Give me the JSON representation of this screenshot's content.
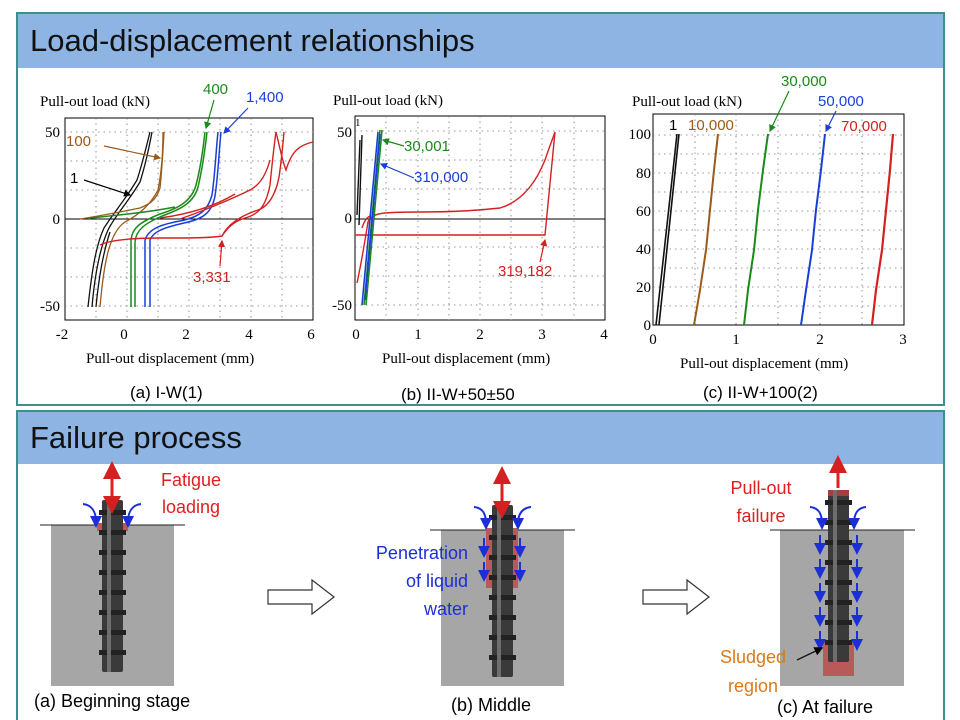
{
  "sections": {
    "top_title": "Load-displacement  relationships",
    "bottom_title": "Failure process"
  },
  "charts": [
    {
      "id": "a",
      "caption": "(a) I-W(1)",
      "ylabel": "Pull-out load (kN)",
      "xlabel": "Pull-out displacement (mm)",
      "xticks": [
        "-2",
        "0",
        "2",
        "4",
        "6"
      ],
      "yticks": [
        "50",
        "0",
        "-50"
      ],
      "annotations": [
        {
          "text": "400",
          "color": "#1a8a1a"
        },
        {
          "text": "1,400",
          "color": "#1a3fd6"
        },
        {
          "text": "100",
          "color": "#9a5a1a"
        },
        {
          "text": "1",
          "color": "#000000"
        },
        {
          "text": "3,331",
          "color": "#d42020"
        }
      ]
    },
    {
      "id": "b",
      "caption": "(b) II-W+50±50",
      "ylabel": "Pull-out load (kN)",
      "xlabel": "Pull-out displacement (mm)",
      "xticks": [
        "0",
        "1",
        "2",
        "3",
        "4"
      ],
      "yticks": [
        "50",
        "0",
        "-50"
      ],
      "annotations": [
        {
          "text": "1",
          "color": "#000000"
        },
        {
          "text": "30,001",
          "color": "#1a8a1a"
        },
        {
          "text": "310,000",
          "color": "#1a3fd6"
        },
        {
          "text": "319,182",
          "color": "#d42020"
        }
      ]
    },
    {
      "id": "c",
      "caption": "(c) II-W+100(2)",
      "ylabel": "Pull-out load (kN)",
      "xlabel": "Pull-out displacement (mm)",
      "xticks": [
        "0",
        "1",
        "2",
        "3"
      ],
      "yticks": [
        "100",
        "80",
        "60",
        "40",
        "20",
        "0"
      ],
      "annotations": [
        {
          "text": "30,000",
          "color": "#1a8a1a"
        },
        {
          "text": "50,000",
          "color": "#1a3fd6"
        },
        {
          "text": "1",
          "color": "#000000"
        },
        {
          "text": "10,000",
          "color": "#9a5a1a"
        },
        {
          "text": "70,000",
          "color": "#d42020"
        }
      ]
    }
  ],
  "process": {
    "stages": [
      {
        "caption": "(a) Beginning stage",
        "label_lines": [
          "Fatigue",
          "loading"
        ],
        "label_color": "#e02020"
      },
      {
        "caption": "(b) Middle",
        "label_lines": [
          "Penetration",
          "of liquid",
          "water"
        ],
        "label_color": "#1a2fd6"
      },
      {
        "caption": "(c) At failure",
        "label_lines": [
          "Pull-out",
          "failure"
        ],
        "label_color": "#e02020",
        "extra_lines": [
          "Sludged",
          "region"
        ],
        "extra_color": "#d97a1a"
      }
    ]
  },
  "colors": {
    "header": "#8db4e3",
    "border": "#3c8f8f",
    "concrete": "#a6a6a6",
    "red": "#d42020",
    "green": "#1a8a1a",
    "blue": "#1a3fd6",
    "brown": "#9a5a1a"
  }
}
